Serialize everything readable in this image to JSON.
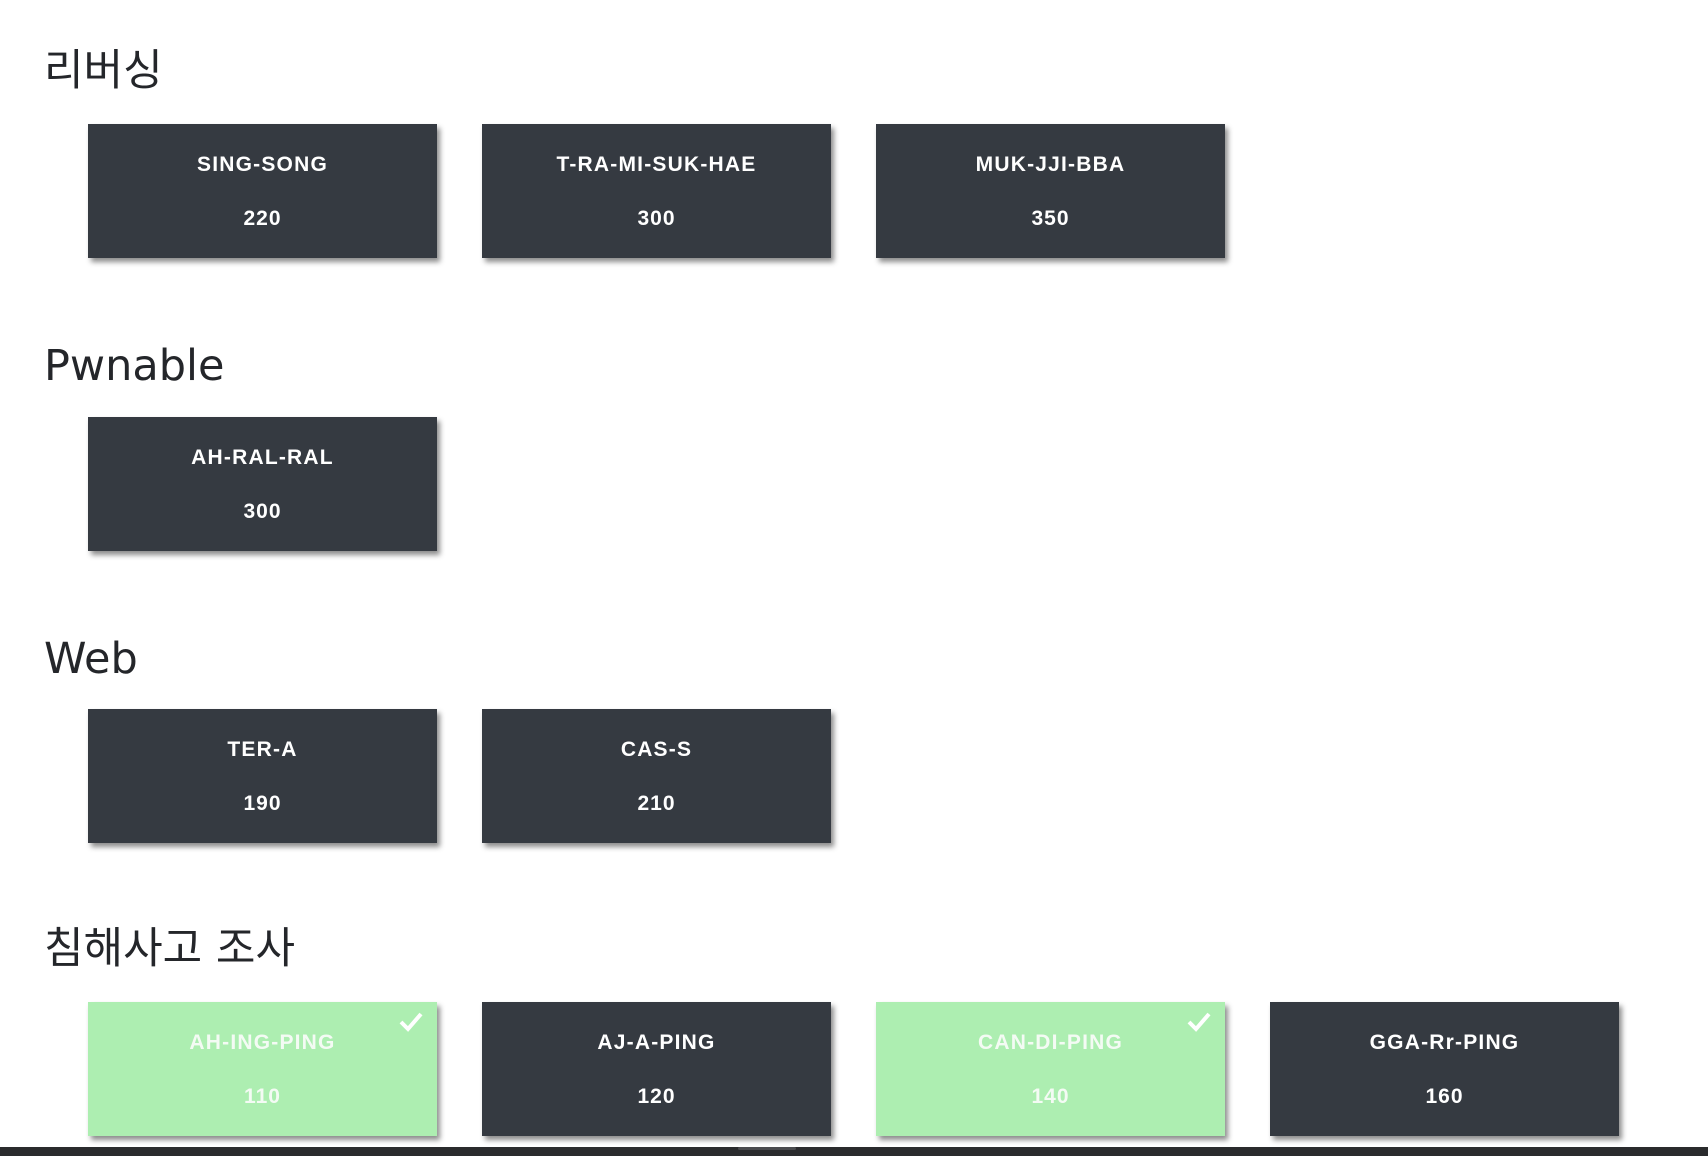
{
  "categories": [
    {
      "title": "리버싱",
      "challenges": [
        {
          "name": "SING-SONG",
          "value": "220",
          "solved": false
        },
        {
          "name": "T-RA-MI-SUK-HAE",
          "value": "300",
          "solved": false
        },
        {
          "name": "MUK-JJI-BBA",
          "value": "350",
          "solved": false
        }
      ]
    },
    {
      "title": "Pwnable",
      "challenges": [
        {
          "name": "AH-RAL-RAL",
          "value": "300",
          "solved": false
        }
      ]
    },
    {
      "title": "Web",
      "challenges": [
        {
          "name": "TER-A",
          "value": "190",
          "solved": false
        },
        {
          "name": "CAS-S",
          "value": "210",
          "solved": false
        }
      ]
    },
    {
      "title": "침해사고 조사",
      "challenges": [
        {
          "name": "AH-ING-PING",
          "value": "110",
          "solved": true
        },
        {
          "name": "AJ-A-PING",
          "value": "120",
          "solved": false
        },
        {
          "name": "CAN-DI-PING",
          "value": "140",
          "solved": true
        },
        {
          "name": "GGA-Rr-PING",
          "value": "160",
          "solved": false
        }
      ]
    }
  ],
  "colors": {
    "card_unsolved": "#353a41",
    "card_solved": "#adeeb1",
    "title_text": "#24262a"
  },
  "icons": {
    "solved_marker": "check-icon"
  }
}
